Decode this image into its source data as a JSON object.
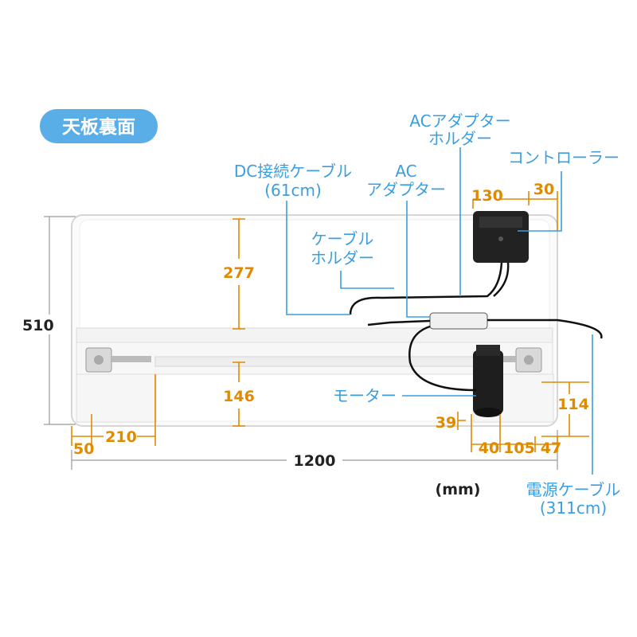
{
  "badge": {
    "label": "天板裏面",
    "color": "#5aaee8"
  },
  "colors": {
    "dimension": "#e08a00",
    "label": "#3a9ee0"
  },
  "labels": {
    "ac_adapter_holder": [
      "ACアダプター",
      "ホルダー"
    ],
    "controller": "コントローラー",
    "dc_cable": [
      "DC接続ケーブル",
      "(61cm)"
    ],
    "ac_adapter": [
      "AC",
      "アダプター"
    ],
    "cable_holder": [
      "ケーブル",
      "ホルダー"
    ],
    "motor": "モーター",
    "power_cable": [
      "電源ケーブル",
      "(311cm)"
    ]
  },
  "dimensions": {
    "depth": "510",
    "upper": "277",
    "lower": "146",
    "edge": "50",
    "leg_offset": "210",
    "width": "1200",
    "controller_width": "130",
    "controller_offset": "30",
    "foot_height": "114",
    "motor_gap": "39",
    "motor_a": "40",
    "motor_b": "105",
    "motor_c": "47"
  },
  "unit": "(mm)"
}
